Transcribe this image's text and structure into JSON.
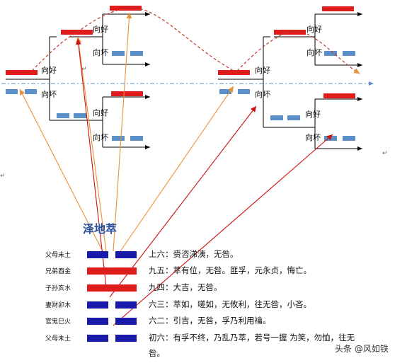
{
  "branch_labels": {
    "good": "向好",
    "bad": "向坏"
  },
  "paragraph_mark": "↵",
  "hexagram": {
    "title": "泽地萃",
    "lines": [
      {
        "name": "父母未土",
        "text": "上六：赍咨涕洟，无咎。"
      },
      {
        "name": "兄弟酉金",
        "text": "九五：萃有位，无咎。匪孚，元永贞，悔亡。"
      },
      {
        "name": "子孙亥水",
        "text": "九四：大吉，无咎。"
      },
      {
        "name": "妻财卯木",
        "text": "六三：萃如，嗟如，无攸利，往无咎，小吝。"
      },
      {
        "name": "官鬼巳火",
        "text": "六二：引吉，无咎，孚乃利用禴。"
      },
      {
        "name": "父母未土",
        "text": "初六：有孚不终，乃乱乃萃，若号一握 为笑，勿恤，往无"
      },
      {
        "name": "",
        "text": "咎。"
      }
    ]
  },
  "watermark": "头条 @风如铁",
  "colors": {
    "red": "#e01b1b",
    "blue": "#1a1aaa",
    "lightblue": "#5b8fc7",
    "orange": "#e8923a",
    "darkred": "#c0392b"
  }
}
